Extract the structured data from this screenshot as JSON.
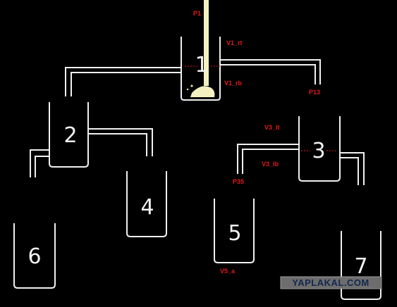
{
  "vessels": {
    "v1": "1",
    "v2": "2",
    "v3": "3",
    "v4": "4",
    "v5": "5",
    "v6": "6",
    "v7": "7"
  },
  "labels": {
    "p1": "P1",
    "v1_rt": "V1_rt",
    "v1_rb": "V1_rb",
    "p13": "P13",
    "v3_lt": "V3_lt",
    "v3_lb": "V3_lb",
    "p35": "P35",
    "v5_a": "V5_a"
  },
  "watermark": "YAPLAKAL.COM",
  "colors": {
    "background": "#000000",
    "lines": "#f0f0f0",
    "labels": "#e01a1a",
    "liquid": "#f4f0c0"
  }
}
